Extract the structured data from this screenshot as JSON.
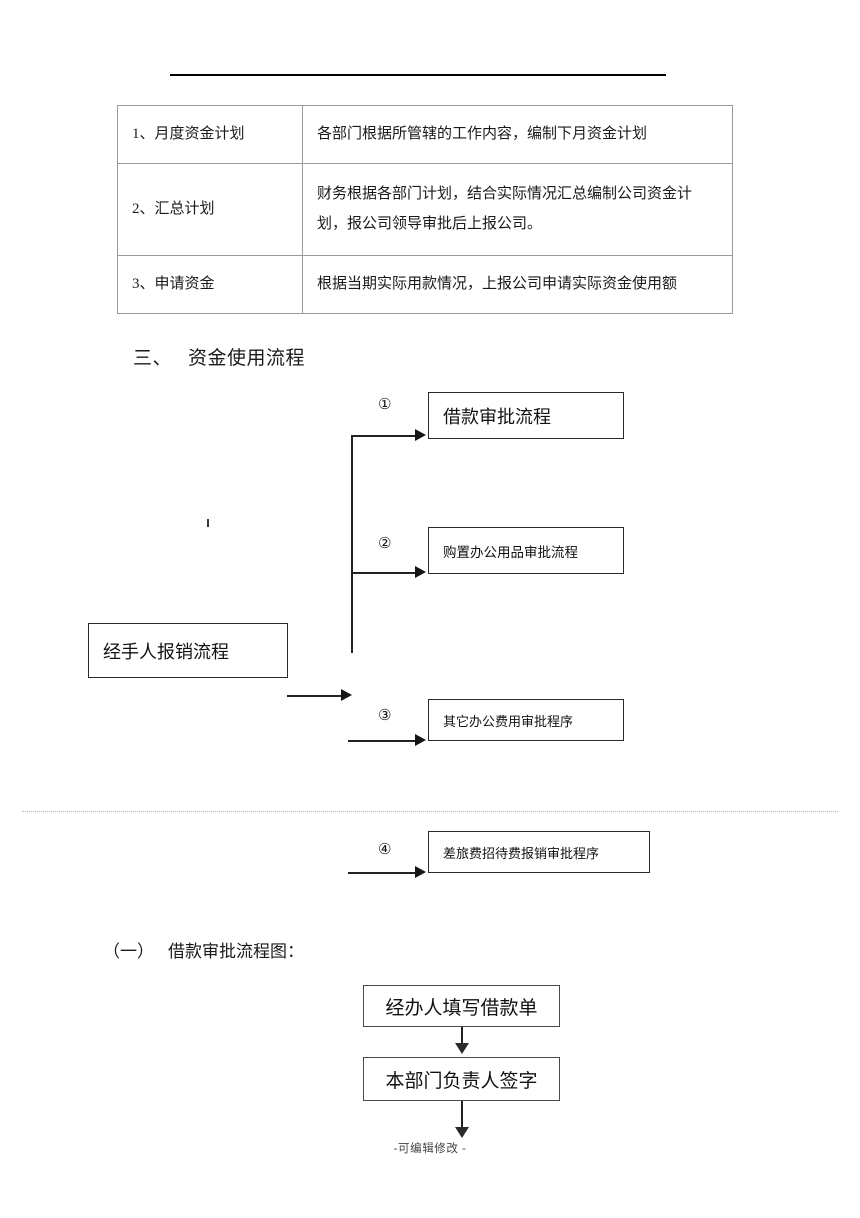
{
  "document": {
    "footer_note": "-可编辑修改 -"
  },
  "plan_table": {
    "rows": [
      {
        "label": "1、月度资金计划",
        "desc": "各部门根据所管辖的工作内容，编制下月资金计划"
      },
      {
        "label": "2、汇总计划",
        "desc": "财务根据各部门计划，结合实际情况汇总编制公司资金计划，报公司领导审批后上报公司。"
      },
      {
        "label": "3、申请资金",
        "desc": "根据当期实际用款情况，上报公司申请实际资金使用额"
      }
    ]
  },
  "section": {
    "number": "三、",
    "title": "资金使用流程"
  },
  "flow": {
    "source_box": "经手人报销流程",
    "markers": [
      "①",
      "②",
      "③",
      "④"
    ],
    "targets": [
      "借款审批流程",
      "购置办公用品审批流程",
      "其它办公费用审批程序",
      "差旅费招待费报销审批程序"
    ]
  },
  "subsection": {
    "number": "（一）",
    "title": "借款审批流程图："
  },
  "loan_flow": {
    "steps": [
      "经办人填写借款单",
      "本部门负责人签字"
    ]
  }
}
